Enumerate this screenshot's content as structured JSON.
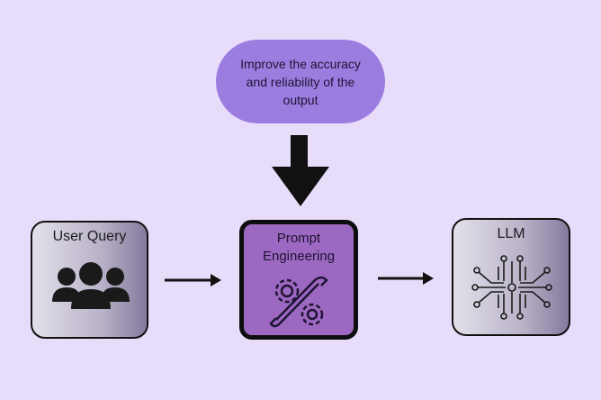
{
  "goal": {
    "text": "Improve the accuracy and reliability of the output"
  },
  "nodes": {
    "user_query": {
      "label": "User Query",
      "icon": "users-icon"
    },
    "prompt_engineering": {
      "label_line1": "Prompt",
      "label_line2": "Engineering",
      "icon": "gear-wrench-icon"
    },
    "llm": {
      "label": "LLM",
      "icon": "circuit-chip-icon"
    }
  },
  "colors": {
    "background": "#e8dcfb",
    "goal": "#9b7de0",
    "prompt": "#9d68c1"
  }
}
